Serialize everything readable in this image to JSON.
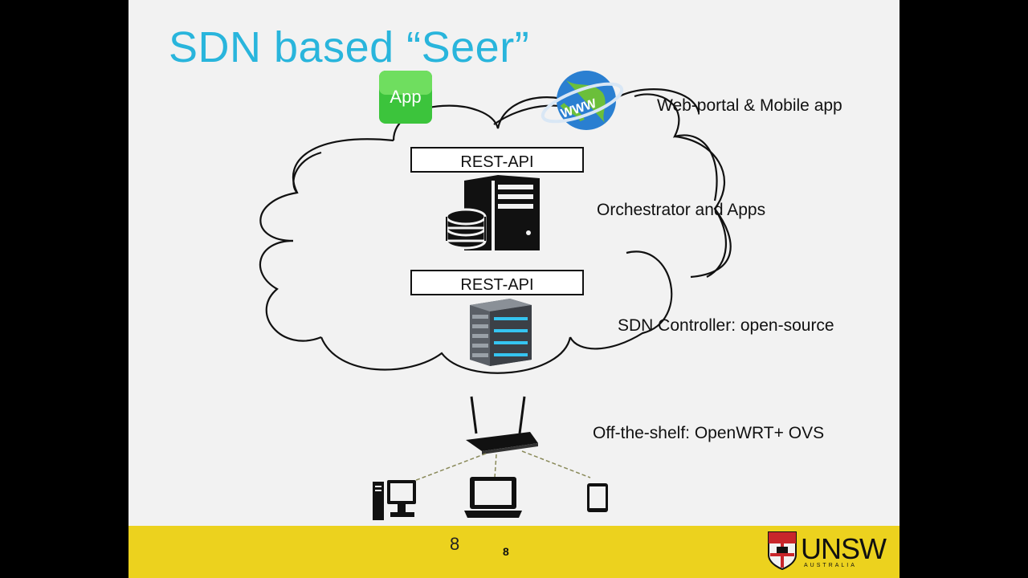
{
  "slide": {
    "title": "SDN based “Seer”",
    "app_badge": "App",
    "www_badge": "WWW",
    "rest_api_top": "REST-API",
    "rest_api_bottom": "REST-API",
    "labels": {
      "web_portal": "Web-portal & Mobile app",
      "orchestrator": "Orchestrator and Apps",
      "controller": "SDN Controller: open-source",
      "router": "Off-the-shelf: OpenWRT+ OVS"
    }
  },
  "footer": {
    "page_number": "8",
    "page_number_small": "8",
    "logo_text": "UNSW",
    "logo_subtext": "AUSTRALIA"
  },
  "colors": {
    "title": "#29b5dc",
    "footer": "#ecd21e",
    "background": "#f2f2f2",
    "app_green": "#3cc43c"
  },
  "icons": [
    "app-icon",
    "globe-www-icon",
    "server-database-icon",
    "controller-server-icon",
    "wifi-router-icon",
    "desktop-computer-icon",
    "laptop-icon",
    "tablet-icon",
    "unsw-crest-icon"
  ]
}
